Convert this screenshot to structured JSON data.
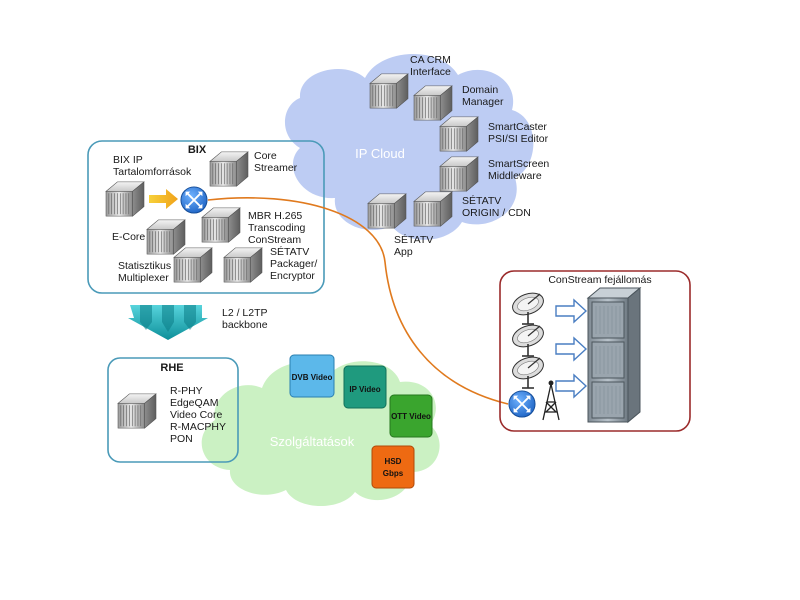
{
  "colors": {
    "ip_cloud": "#b9c9f2",
    "services_cloud": "#c8f0c0",
    "bix_border": "#4a9ab8",
    "rhe_border": "#4a9ab8",
    "headend_border": "#9b2b2b",
    "fiber_line": "#e07a1e",
    "router": "#2f7bd6",
    "backbone_arrow": "#1fa9b4",
    "dvb": "#5cb8ea",
    "ip_video": "#1f9a7e",
    "ott": "#3aa52e",
    "hsd": "#ee6a12"
  },
  "ip_cloud": {
    "title": "IP Cloud",
    "servers": [
      {
        "line1": "CA CRM",
        "line2": "Interface"
      },
      {
        "line1": "Domain",
        "line2": "Manager"
      },
      {
        "line1": "SmartCaster",
        "line2": "PSI/SI Editor"
      },
      {
        "line1": "SmartScreen",
        "line2": "Middleware"
      },
      {
        "line1": "SÉTATV",
        "line2": "ORIGIN / CDN"
      },
      {
        "line1": "SÉTATV",
        "line2": "App"
      }
    ]
  },
  "bix": {
    "title": "BIX",
    "sources_line1": "BIX IP",
    "sources_line2": "Tartalomforrások",
    "core_streamer_1": "Core",
    "core_streamer_2": "Streamer",
    "ecore": "E-Core",
    "mbr_1": "MBR H.265",
    "mbr_2": "Transcoding",
    "mbr_3": "ConStream",
    "stat_1": "Statisztikus",
    "stat_2": "Multiplexer",
    "setatv_1": "SÉTATV",
    "setatv_2": "Packager/",
    "setatv_3": "Encryptor"
  },
  "backbone": {
    "line1": "L2 / L2TP",
    "line2": "backbone"
  },
  "rhe": {
    "title": "RHE",
    "items": [
      "R-PHY",
      "EdgeQAM",
      "Video Core",
      "R-MACPHY",
      "PON"
    ]
  },
  "services": {
    "title": "Szolgáltatások",
    "dvb": "DVB Video",
    "ip_video": "IP Video",
    "ott": "OTT Video",
    "hsd_1": "HSD",
    "hsd_2": "Gbps"
  },
  "headend": {
    "title": "ConStream fejállomás"
  }
}
